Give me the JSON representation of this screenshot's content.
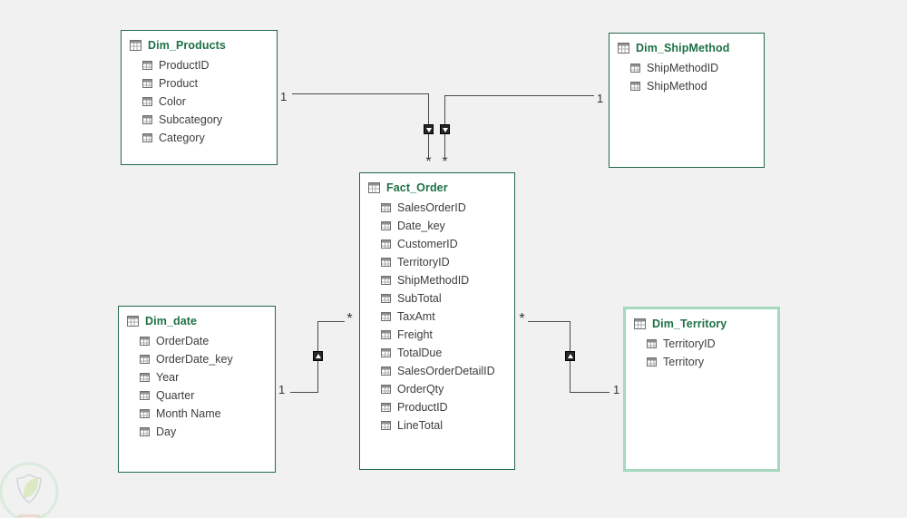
{
  "app": {
    "background": "#f1f1f1",
    "accent_green": "#1e7145",
    "selected_border_green": "#a5d8bd",
    "line_color": "#4a4a4a"
  },
  "tables": [
    {
      "title": "Dim_Products",
      "fields": [
        "ProductID",
        "Product",
        "Color",
        "Subcategory",
        "Category"
      ]
    },
    {
      "title": "Dim_ShipMethod",
      "fields": [
        "ShipMethodID",
        "ShipMethod"
      ]
    },
    {
      "title": "Fact_Order",
      "fields": [
        "SalesOrderID",
        "Date_key",
        "CustomerID",
        "TerritoryID",
        "ShipMethodID",
        "SubTotal",
        "TaxAmt",
        "Freight",
        "TotalDue",
        "SalesOrderDetailID",
        "OrderQty",
        "ProductID",
        "LineTotal"
      ]
    },
    {
      "title": "Dim_date",
      "fields": [
        "OrderDate",
        "OrderDate_key",
        "Year",
        "Quarter",
        "Month Name",
        "Day"
      ]
    },
    {
      "title": "Dim_Territory",
      "fields": [
        "TerritoryID",
        "Territory"
      ]
    }
  ],
  "relationships": [
    {
      "from": "Dim_Products",
      "to": "Fact_Order",
      "one": "1",
      "many": "*"
    },
    {
      "from": "Dim_ShipMethod",
      "to": "Fact_Order",
      "one": "1",
      "many": "*"
    },
    {
      "from": "Dim_date",
      "to": "Fact_Order",
      "one": "1",
      "many": "*"
    },
    {
      "from": "Dim_Territory",
      "to": "Fact_Order",
      "one": "1",
      "many": "*"
    }
  ]
}
